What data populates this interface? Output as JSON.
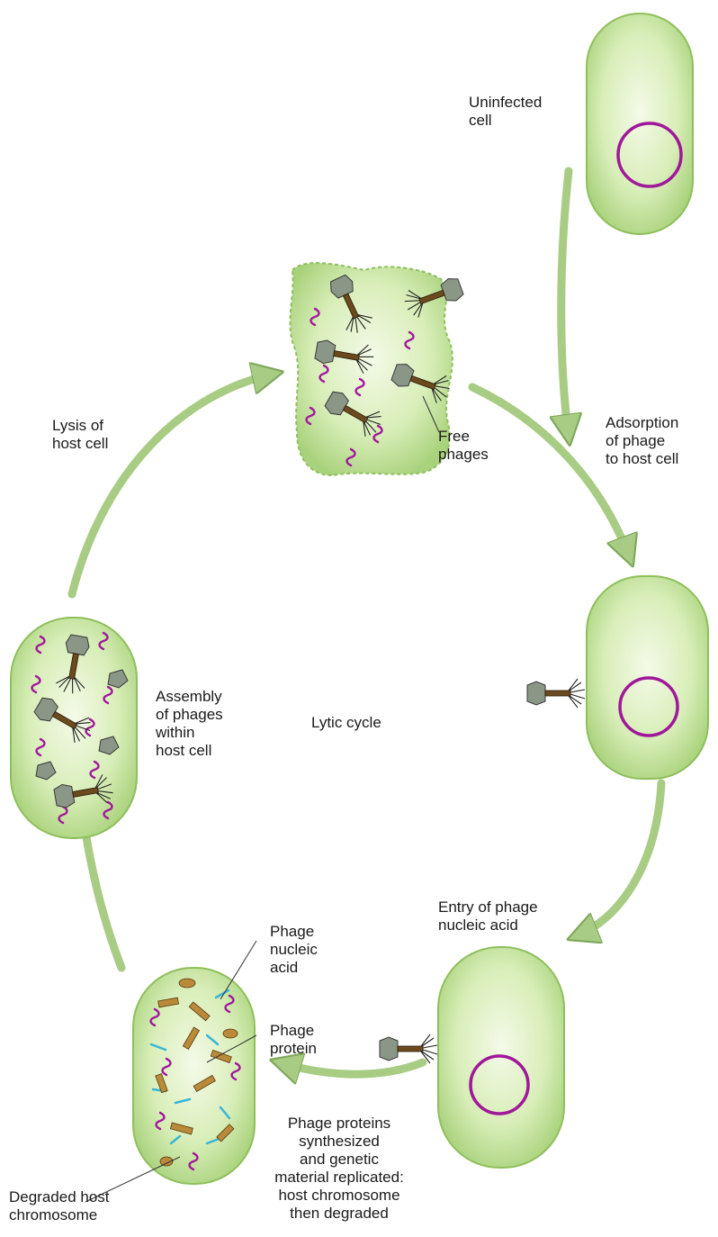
{
  "title": "Lytic cycle",
  "stages": {
    "uninfected": "Uninfected\ncell",
    "adsorption": "Adsorption\nof phage\nto host cell",
    "entry": "Entry of phage\nnucleic acid",
    "synthesis": "Phage proteins\nsynthesized\nand genetic\nmaterial replicated:\nhost chromosome\nthen degraded",
    "assembly": "Assembly\nof phages\nwithin\nhost cell",
    "lysis": "Lysis of\nhost cell"
  },
  "callouts": {
    "free_phages": "Free\nphages",
    "phage_nucleic_acid": "Phage\nnucleic\nacid",
    "phage_protein": "Phage\nprotein",
    "degraded_chromosome": "Degraded host\nchromosome"
  },
  "colors": {
    "cell_fill": "#cfe8a8",
    "cell_edge": "#8fbf5c",
    "arrow": "#a8cc84",
    "chromosome": "#a0189a",
    "phage_head": "#8a9686",
    "phage_tail": "#6b4a1e",
    "nucleic_fragment": "#39b6d6"
  },
  "icons": [
    "bacteriophage-icon",
    "circular-chromosome-icon",
    "cycle-arrow-icon"
  ]
}
